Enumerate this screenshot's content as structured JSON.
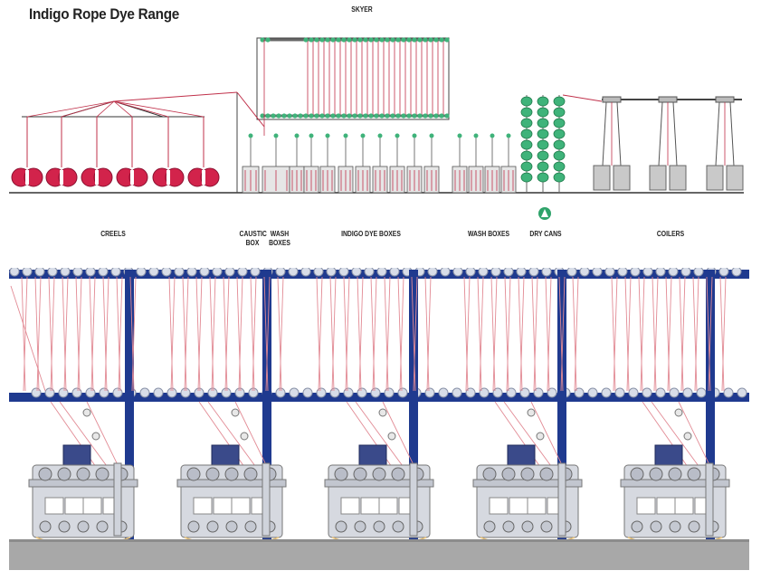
{
  "title": "Indigo Rope Dye Range",
  "labels": {
    "skyer": "SKYER",
    "creels": "CREELS",
    "caustic_box_l1": "CAUSTIC",
    "caustic_box_l2": "BOX",
    "wash_boxes_l1": "WASH",
    "wash_boxes_l2": "BOXES",
    "indigo_dye_boxes": "INDIGO DYE BOXES",
    "wash_boxes": "WASH BOXES",
    "dry_cans": "DRY CANS",
    "coilers": "COILERS"
  },
  "colors": {
    "rope": "#c0304a",
    "creel_red": "#d2234b",
    "frame_blue": "#1f3a8f",
    "dry_can_green": "#3fb37a",
    "coiler_grey": "#c9c9c9",
    "floor_grey": "#a8a8a8"
  }
}
